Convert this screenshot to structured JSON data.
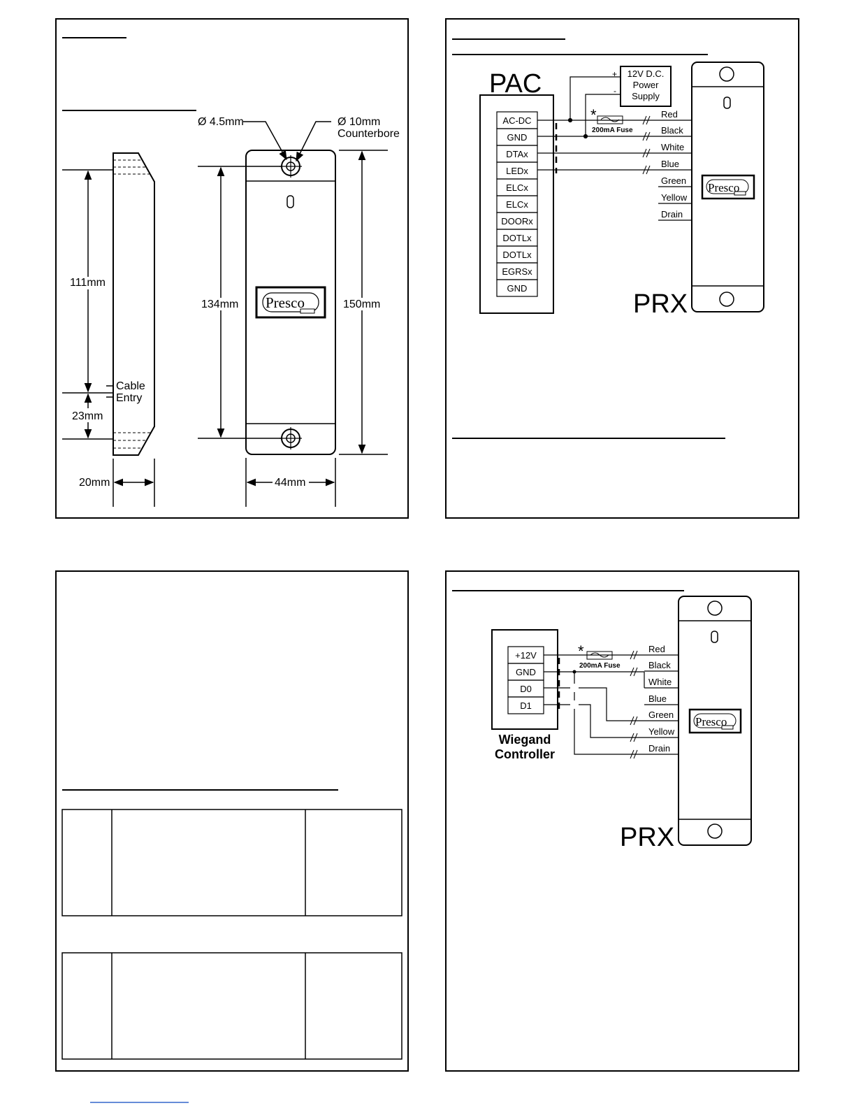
{
  "dimensions": {
    "hole_small": "Ø 4.5mm",
    "hole_large_1": "Ø 10mm",
    "hole_large_2": "Counterbore",
    "height_111": "111mm",
    "height_134": "134mm",
    "height_150": "150mm",
    "height_23": "23mm",
    "cable_entry_1": "Cable",
    "cable_entry_2": "Entry",
    "depth_20": "20mm",
    "width_44": "44mm"
  },
  "brand": {
    "logo_text": "Presco"
  },
  "pac_diagram": {
    "controller_label": "PAC",
    "reader_label": "PRX",
    "psu_plus": "+",
    "psu_minus": "-",
    "psu_line1": "12V D.C.",
    "psu_line2": "Power",
    "psu_line3": "Supply",
    "fuse_mark": "*",
    "fuse_label": "200mA Fuse",
    "terminals": [
      "AC-DC",
      "GND",
      "DTAx",
      "LEDx",
      "ELCx",
      "ELCx",
      "DOORx",
      "DOTLx",
      "DOTLx",
      "EGRSx",
      "GND"
    ],
    "wires": [
      "Red",
      "Black",
      "White",
      "Blue",
      "Green",
      "Yellow",
      "Drain"
    ]
  },
  "wiegand_diagram": {
    "controller_line1": "Wiegand",
    "controller_line2": "Controller",
    "reader_label": "PRX",
    "fuse_mark": "*",
    "fuse_label": "200mA Fuse",
    "terminals": [
      "+12V",
      "GND",
      "D0",
      "D1"
    ],
    "wires": [
      "Red",
      "Black",
      "White",
      "Blue",
      "Green",
      "Yellow",
      "Drain"
    ]
  }
}
